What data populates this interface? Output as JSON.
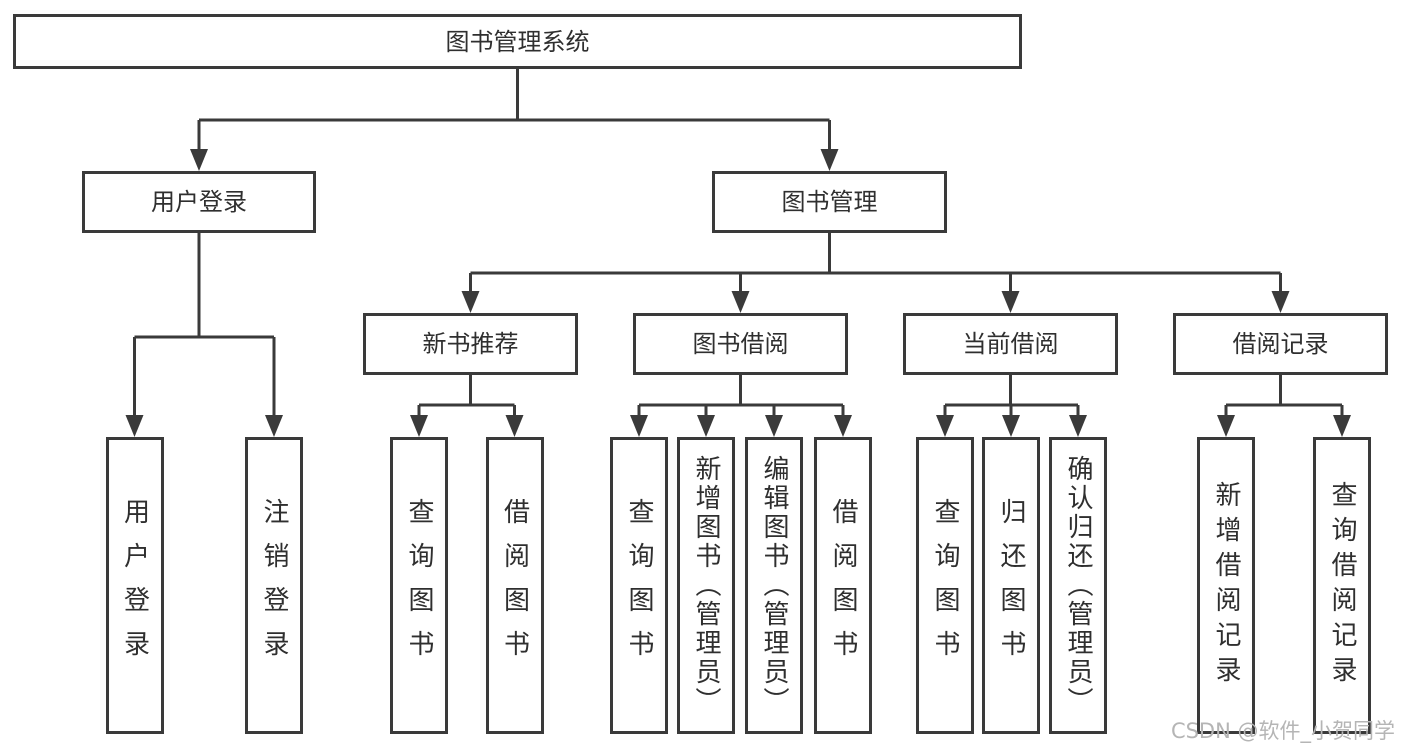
{
  "diagram": {
    "root": {
      "label": "图书管理系统"
    },
    "level2": [
      {
        "label": "用户登录"
      },
      {
        "label": "图书管理"
      }
    ],
    "level3": [
      {
        "label": "新书推荐"
      },
      {
        "label": "图书借阅"
      },
      {
        "label": "当前借阅"
      },
      {
        "label": "借阅记录"
      }
    ],
    "leaves": {
      "user_login": [
        {
          "label": "用户登录"
        },
        {
          "label": "注销登录"
        }
      ],
      "new_book_recommend": [
        {
          "label": "查询图书"
        },
        {
          "label": "借阅图书"
        }
      ],
      "book_borrow": [
        {
          "label": "查询图书"
        },
        {
          "label": "新增图书（管理员）"
        },
        {
          "label": "编辑图书（管理员）"
        },
        {
          "label": "借阅图书"
        }
      ],
      "current_borrow": [
        {
          "label": "查询图书"
        },
        {
          "label": "归还图书"
        },
        {
          "label": "确认归还（管理员）"
        }
      ],
      "borrow_record": [
        {
          "label": "新增借阅记录"
        },
        {
          "label": "查询借阅记录"
        }
      ]
    },
    "watermark": "CSDN @软件_小贺同学",
    "colors": {
      "line": "#3a3a3a",
      "box_border": "#3a3a3a",
      "text": "#2f2f2f",
      "watermark": "#b5b5b5",
      "background": "#ffffff"
    }
  }
}
